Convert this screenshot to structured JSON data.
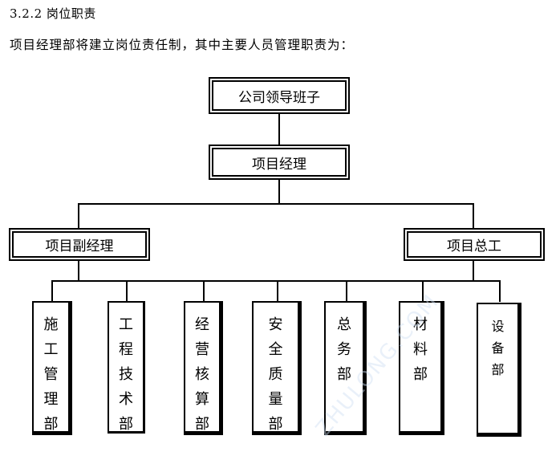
{
  "heading": "3.2.2 岗位职责",
  "paragraph": "项目经理部将建立岗位责任制，其中主要人员管理职责为：",
  "chart": {
    "top": "公司领导班子",
    "manager": "项目经理",
    "deputy": "项目副经理",
    "chief_engineer": "项目总工",
    "departments": [
      "施工管理部",
      "工程技术部",
      "经营核算部",
      "安全质量部",
      "总务部",
      "材料部",
      "设备部"
    ]
  },
  "watermark": "ZHULONG.COM"
}
